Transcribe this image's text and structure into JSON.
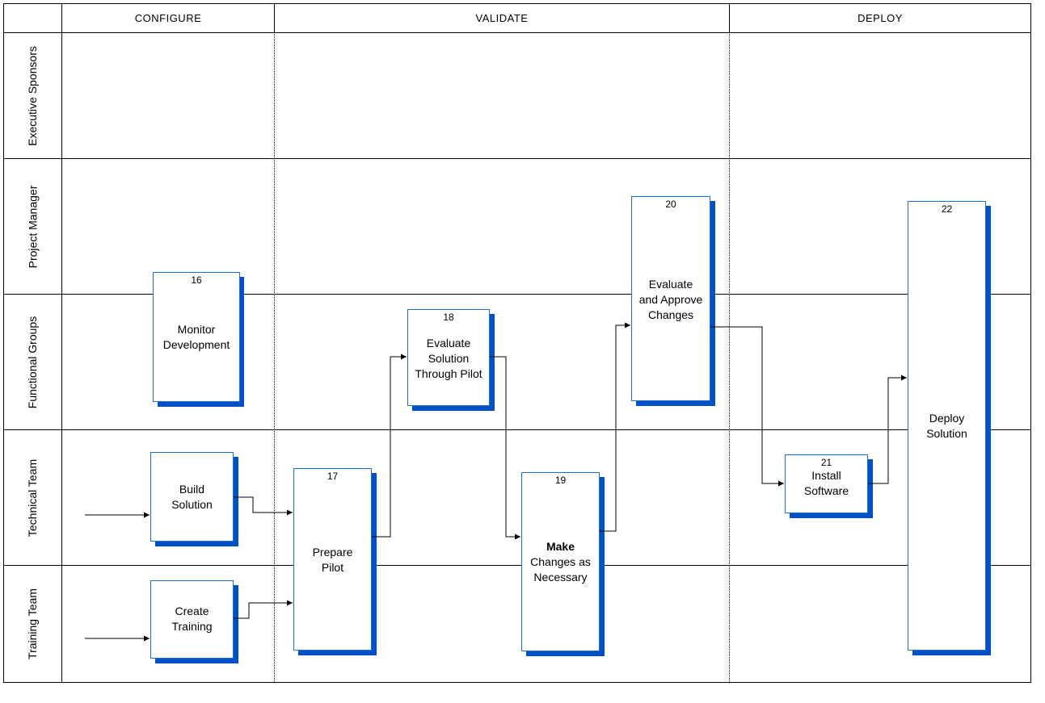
{
  "phases": [
    "CONFIGURE",
    "VALIDATE",
    "DEPLOY"
  ],
  "lanes": [
    "Executive Sponsors",
    "Project Manager",
    "Functional Groups",
    "Technical Team",
    "Training Team"
  ],
  "boxes": {
    "b16": {
      "num": "16",
      "label": "Monitor\nDevelopment"
    },
    "build": {
      "num": "",
      "label": "Build\nSolution"
    },
    "training": {
      "num": "",
      "label": "Create\nTraining"
    },
    "b17": {
      "num": "17",
      "label": "Prepare\nPilot"
    },
    "b18": {
      "num": "18",
      "label": "Evaluate\nSolution\nThrough Pilot"
    },
    "b19": {
      "num": "19",
      "bold": "Make",
      "label": "Changes as\nNecessary"
    },
    "b20": {
      "num": "20",
      "label": "Evaluate\nand Approve\nChanges"
    },
    "b21": {
      "num": "21",
      "label": "Install\nSoftware"
    },
    "b22": {
      "num": "22",
      "label": "Deploy\nSolution"
    }
  },
  "colors": {
    "box_border": "#1f6fc8",
    "box_shadow": "#0050c8"
  }
}
